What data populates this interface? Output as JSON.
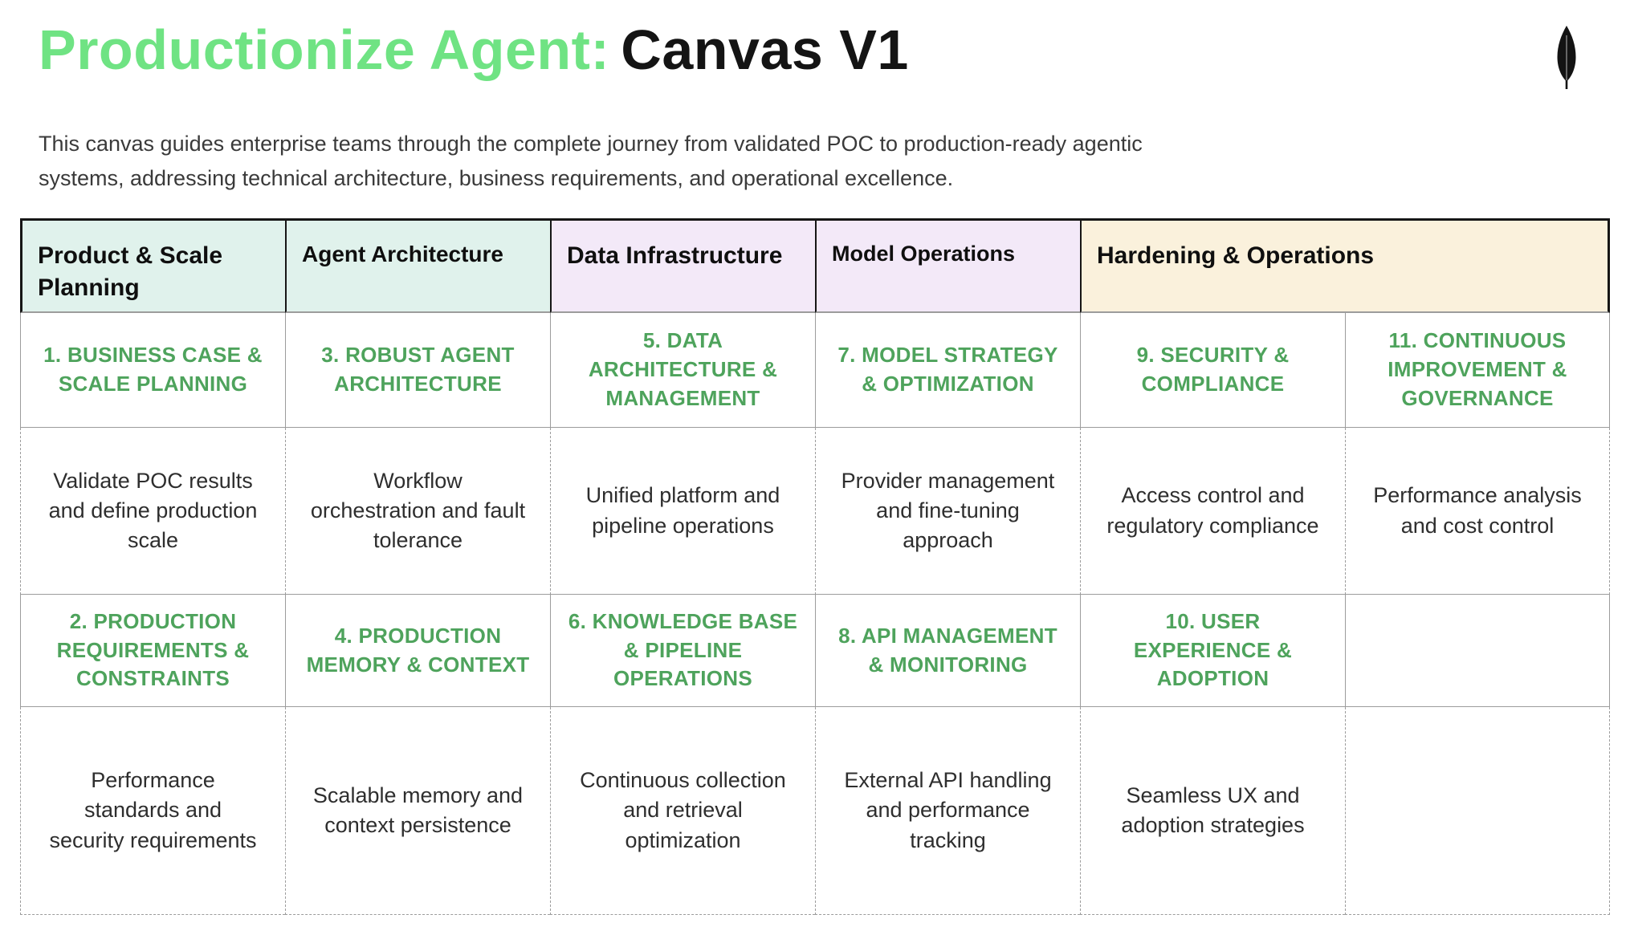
{
  "page": {
    "title_green": "Productionize Agent:",
    "title_black": "Canvas V1",
    "subtitle_line1": "This canvas guides enterprise teams through the complete journey from validated POC to production-ready agentic",
    "subtitle_line2": "systems, addressing technical architecture, business requirements, and operational excellence.",
    "logo_icon": "mongodb-leaf-icon"
  },
  "colors": {
    "title_green": "#6FE383",
    "cell_title_green": "#4EA35C",
    "header_mint": "#E0F2EC",
    "header_lavender": "#F3E9F8",
    "header_cream": "#FAF1DC",
    "border_dark": "#161616",
    "border_gray": "#9c9c9c"
  },
  "table": {
    "column_headers": [
      {
        "label": "Product & Scale Planning"
      },
      {
        "label": "Agent Architecture"
      },
      {
        "label": "Data Infrastructure"
      },
      {
        "label": "Model Operations"
      },
      {
        "label": "Hardening & Operations"
      }
    ],
    "columns": [
      {
        "block1": {
          "title": "1. BUSINESS CASE & SCALE PLANNING",
          "desc": "Validate POC results and define production scale"
        },
        "block2": {
          "title": "2. PRODUCTION REQUIREMENTS & CONSTRAINTS",
          "desc": "Performance standards and security requirements"
        }
      },
      {
        "block1": {
          "title": "3. ROBUST AGENT ARCHITECTURE",
          "desc": "Workflow orchestration and fault tolerance"
        },
        "block2": {
          "title": "4. PRODUCTION MEMORY & CONTEXT",
          "desc": "Scalable memory and context persistence"
        }
      },
      {
        "block1": {
          "title": "5. DATA ARCHITECTURE & MANAGEMENT",
          "desc": "Unified platform and pipeline operations"
        },
        "block2": {
          "title": "6. KNOWLEDGE BASE & PIPELINE OPERATIONS",
          "desc": "Continuous collection and retrieval optimization"
        }
      },
      {
        "block1": {
          "title": "7. MODEL STRATEGY & OPTIMIZATION",
          "desc": "Provider management and fine-tuning approach"
        },
        "block2": {
          "title": "8. API MANAGEMENT & MONITORING",
          "desc": "External API handling and performance tracking"
        }
      },
      {
        "block1": {
          "title": "9. SECURITY & COMPLIANCE",
          "desc": "Access control and regulatory compliance"
        },
        "block2": {
          "title": "10. USER EXPERIENCE & ADOPTION",
          "desc": "Seamless UX and adoption strategies"
        }
      },
      {
        "block1": {
          "title": "11. CONTINUOUS IMPROVEMENT & GOVERNANCE",
          "desc": "Performance analysis and cost control"
        },
        "block2": {
          "title": "",
          "desc": ""
        }
      }
    ]
  }
}
